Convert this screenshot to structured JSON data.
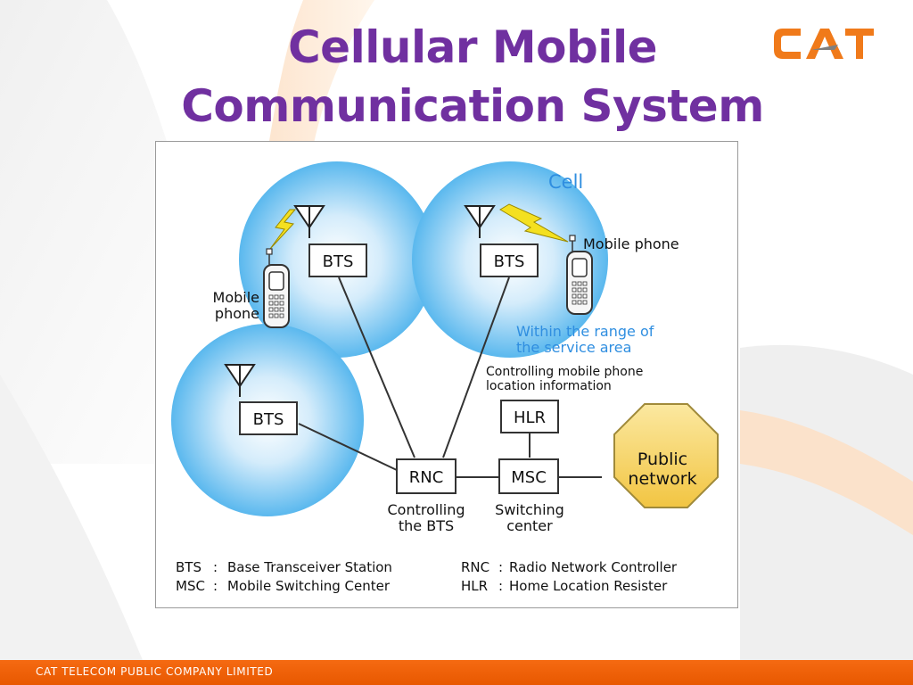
{
  "slide": {
    "title_line1": "Cellular Mobile",
    "title_line2": "Communication System",
    "logo_text": "CAT",
    "footer": "CAT TELECOM PUBLIC COMPANY LIMITED"
  },
  "diagram": {
    "cell_label": "Cell",
    "bts_left_top": "BTS",
    "bts_center": "BTS",
    "bts_bottom_left": "BTS",
    "mobile_phone_left_line1": "Mobile",
    "mobile_phone_left_line2": "phone",
    "mobile_phone_right": "Mobile phone",
    "range_line1": "Within the range of",
    "range_line2": "the service area",
    "hlr_note_line1": "Controlling mobile phone",
    "hlr_note_line2": "location information",
    "hlr": "HLR",
    "rnc": "RNC",
    "msc": "MSC",
    "public_line1": "Public",
    "public_line2": "network",
    "rnc_caption_line1": "Controlling",
    "rnc_caption_line2": "the BTS",
    "msc_caption_line1": "Switching",
    "msc_caption_line2": "center",
    "legend": {
      "bts_abbr": "BTS",
      "bts_sep": ":",
      "bts_full": "Base Transceiver Station",
      "msc_abbr": "MSC",
      "msc_sep": ":",
      "msc_full": "Mobile Switching Center",
      "rnc_abbr": "RNC",
      "rnc_sep": ":",
      "rnc_full": "Radio Network Controller",
      "hlr_abbr": "HLR",
      "hlr_sep": ":",
      "hlr_full": "Home Location Resister"
    }
  },
  "colors": {
    "title": "#7030a0",
    "cell": "#5ab8ee",
    "logo_orange": "#f07a1a",
    "logo_grey": "#7f7f7f",
    "public_network": "#f6d45c",
    "lightning": "#f4e020",
    "range_text": "#2f8ee0",
    "footer": "#f06010"
  }
}
